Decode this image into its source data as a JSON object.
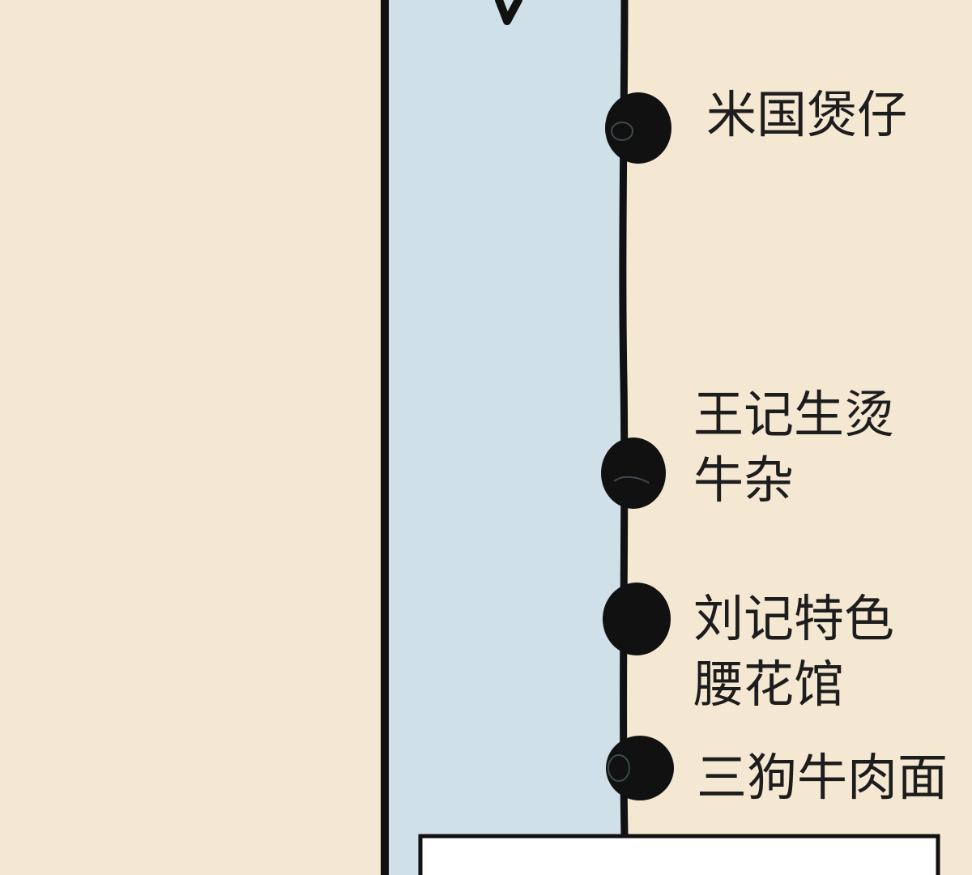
{
  "diagram": {
    "colors": {
      "background": "#f5e8d3",
      "road_fill": "#cfe0e8",
      "stroke": "#111111",
      "marker": "#111111",
      "box_fill": "#ffffff"
    },
    "stops": [
      {
        "label": "米国煲仔"
      },
      {
        "label": "王记生烫牛杂"
      },
      {
        "label": "刘记特色腰花馆"
      },
      {
        "label": "三狗牛肉面"
      }
    ]
  }
}
